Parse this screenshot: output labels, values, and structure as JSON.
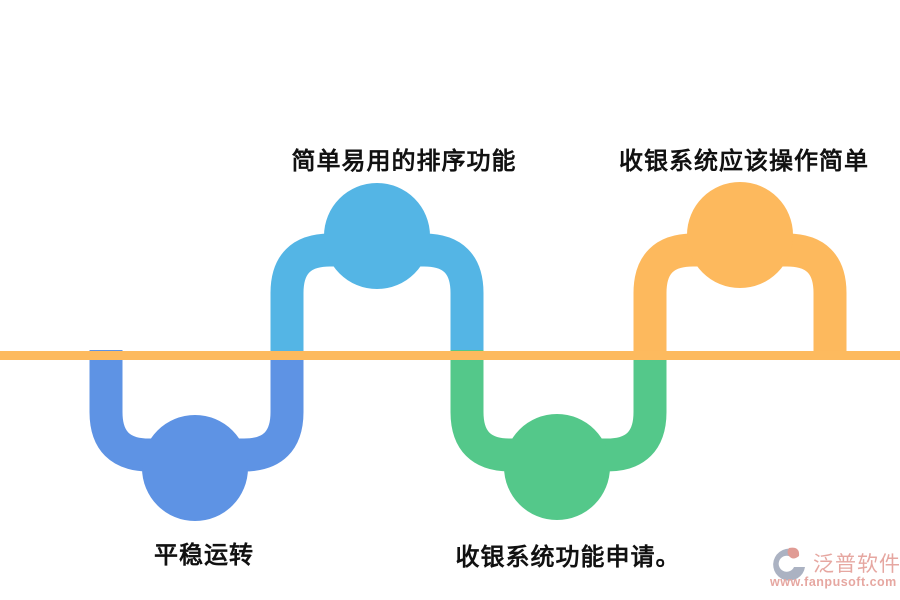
{
  "canvas": {
    "background": "#ffffff"
  },
  "timeline": {
    "color": "#FDBA5E"
  },
  "nodes": [
    {
      "id": "node-1",
      "label": "平稳运转",
      "position": "below-line",
      "color": "#5E93E4"
    },
    {
      "id": "node-2",
      "label": "简单易用的排序功能",
      "position": "above-line",
      "color": "#54B5E5"
    },
    {
      "id": "node-3",
      "label": "收银系统功能申请。",
      "position": "below-line",
      "color": "#54C88A"
    },
    {
      "id": "node-4",
      "label": "收银系统应该操作简单",
      "position": "above-line",
      "color": "#FDB95D"
    }
  ],
  "watermark": {
    "brand": "泛普软件",
    "url": "www.fanpusoft.com",
    "text_color": "#E0928A",
    "icon_gray": "#97A0B4",
    "icon_coral": "#D9837A"
  }
}
